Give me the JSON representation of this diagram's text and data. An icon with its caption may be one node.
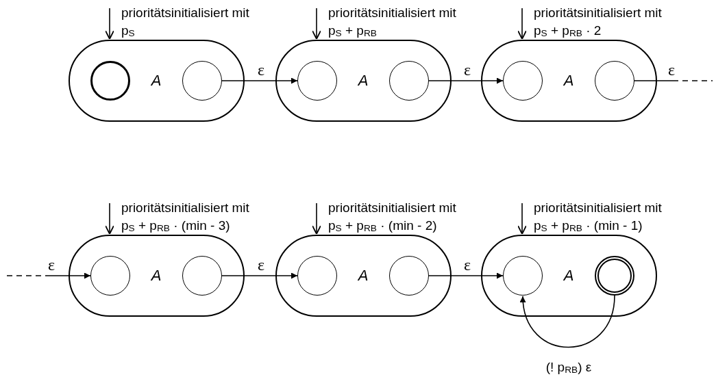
{
  "diagram": {
    "nodes": [
      {
        "text": [
          "A"
        ],
        "beside": [
          "prioritätsinitialisiert mit p$_{S}$"
        ]
      },
      {
        "text": [],
        "shape": "thick-circle",
        "in": 0
      },
      {
        "text": [],
        "shape": "circle",
        "in": 0
      },
      {
        "text": [
          "A"
        ],
        "beside": [
          "prioritätsinitialisiert mit p$_{S}$ + p$_{RB}$"
        ]
      },
      {
        "text": [],
        "shape": "circle",
        "in": 3
      },
      {
        "text": [],
        "shape": "circle",
        "in": 3
      },
      {
        "text": [
          "A"
        ],
        "beside": [
          "prioritätsinitialisiert mit p$_{S}$ + p$_{RB}$ · 2"
        ]
      },
      {
        "text": [],
        "shape": "circle",
        "in": 6
      },
      {
        "text": [],
        "shape": "circle",
        "in": 6
      },
      {
        "text": [
          "A"
        ],
        "beside": [
          "prioritätsinitialisiert mit p$_{S}$ + p$_{RB}$ · (min - 3)"
        ]
      },
      {
        "text": [],
        "shape": "circle",
        "in": 9
      },
      {
        "text": [],
        "shape": "circle",
        "in": 9
      },
      {
        "text": [
          "A"
        ],
        "beside": [
          "prioritätsinitialisiert mit p$_{S}$ + p$_{RB}$ · (min - 2)"
        ]
      },
      {
        "text": [],
        "shape": "circle",
        "in": 12
      },
      {
        "text": [],
        "shape": "circle",
        "in": 12
      },
      {
        "text": [
          "A"
        ],
        "beside": [
          "prioritätsinitialisiert mit p$_{S}$ + p$_{RB}$ · (min - 1)"
        ]
      },
      {
        "text": [],
        "shape": "circle",
        "in": 15
      },
      {
        "text": [],
        "shape": "double-circle",
        "in": 15
      }
    ],
    "edges": [
      {
        "from": 2,
        "to": 4,
        "arrow": "to",
        "label": "ε"
      },
      {
        "from": 5,
        "to": 7,
        "arrow": "to",
        "label": "ε"
      },
      {
        "from": 8,
        "to": null,
        "arrow": "none",
        "label": "ε",
        "style": "dashed"
      },
      {
        "from": null,
        "to": 10,
        "arrow": "to",
        "label": "ε",
        "style": "dashed"
      },
      {
        "from": 11,
        "to": 13,
        "arrow": "to",
        "label": "ε"
      },
      {
        "from": 14,
        "to": 16,
        "arrow": "to",
        "label": "ε"
      },
      {
        "from": 17,
        "to": 16,
        "arrow": "to",
        "label": "(! p$_{RB}$) ε"
      },
      {
        "from": null,
        "to": 0,
        "arrow": "to"
      },
      {
        "from": null,
        "to": 3,
        "arrow": "to"
      },
      {
        "from": null,
        "to": 6,
        "arrow": "to"
      },
      {
        "from": null,
        "to": 9,
        "arrow": "to"
      },
      {
        "from": null,
        "to": 12,
        "arrow": "to"
      },
      {
        "from": null,
        "to": 15,
        "arrow": "to"
      }
    ]
  }
}
